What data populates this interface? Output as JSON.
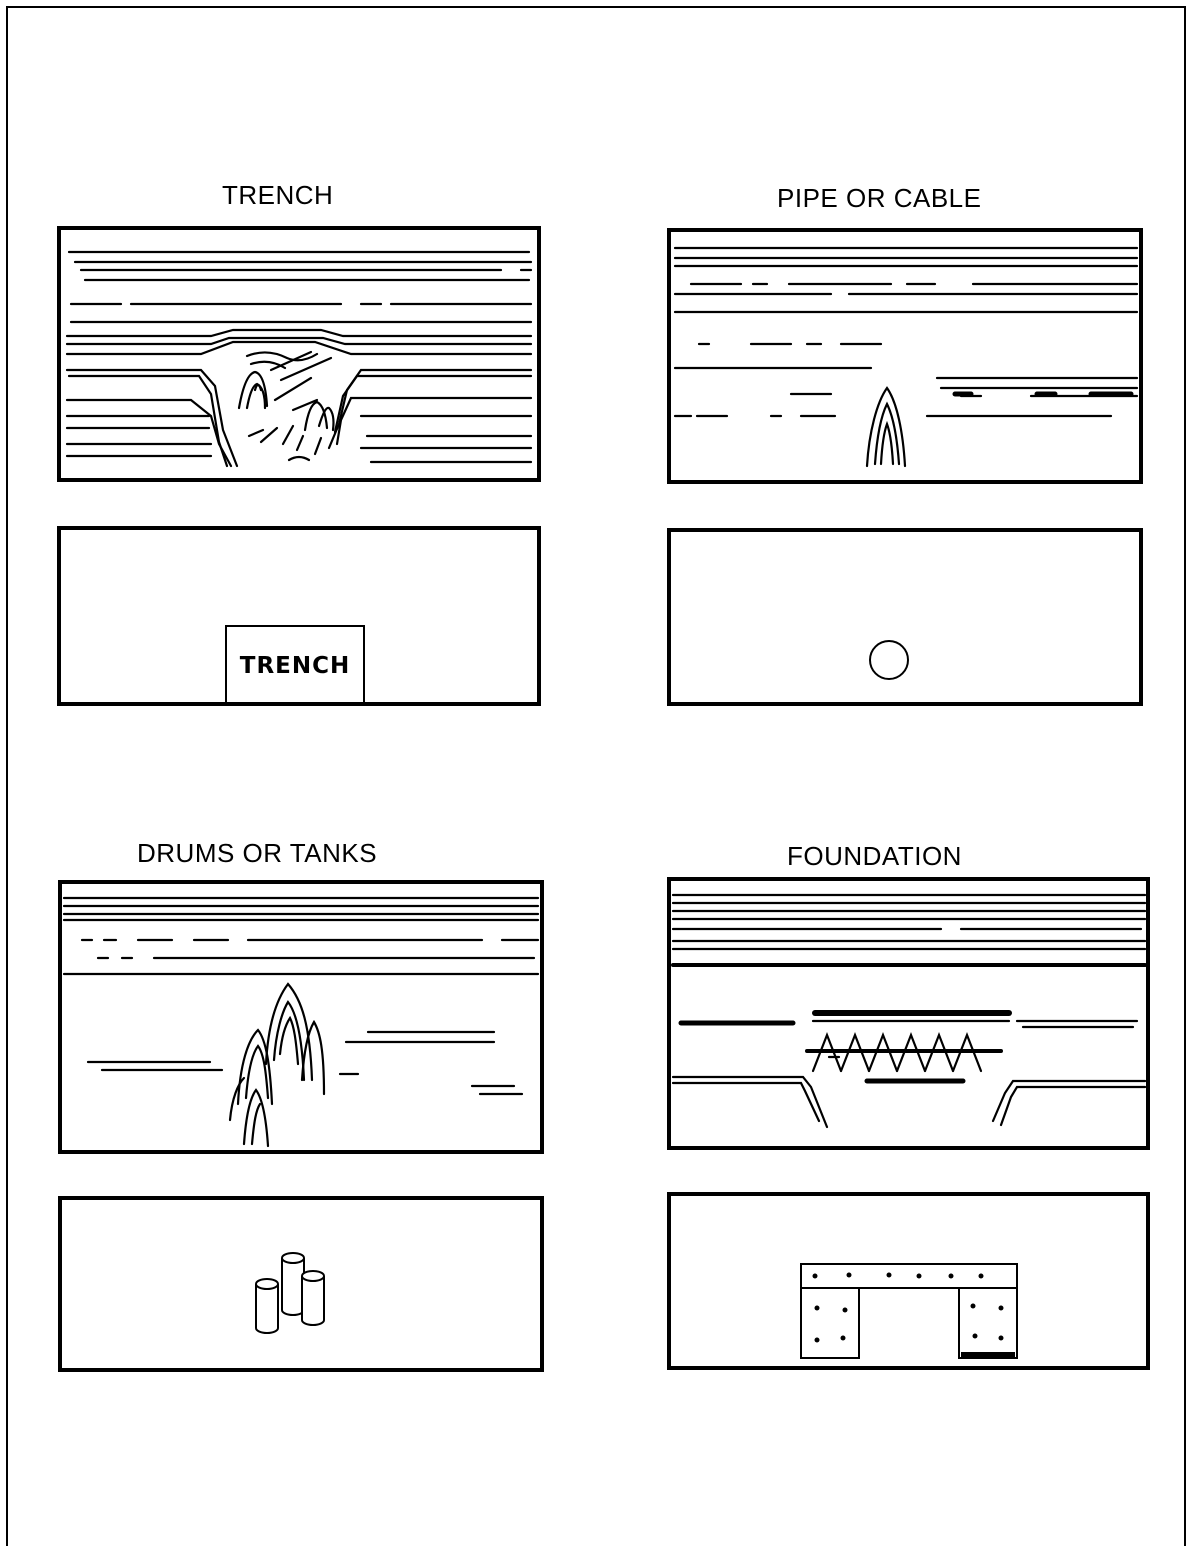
{
  "panels": {
    "trench": {
      "title": "TRENCH",
      "symbol_label": "TRENCH"
    },
    "pipe": {
      "title": "PIPE OR CABLE"
    },
    "drums": {
      "title": "DRUMS OR TANKS"
    },
    "foundation": {
      "title": "FOUNDATION"
    }
  },
  "colors": {
    "ink": "#000000",
    "paper": "#ffffff"
  }
}
